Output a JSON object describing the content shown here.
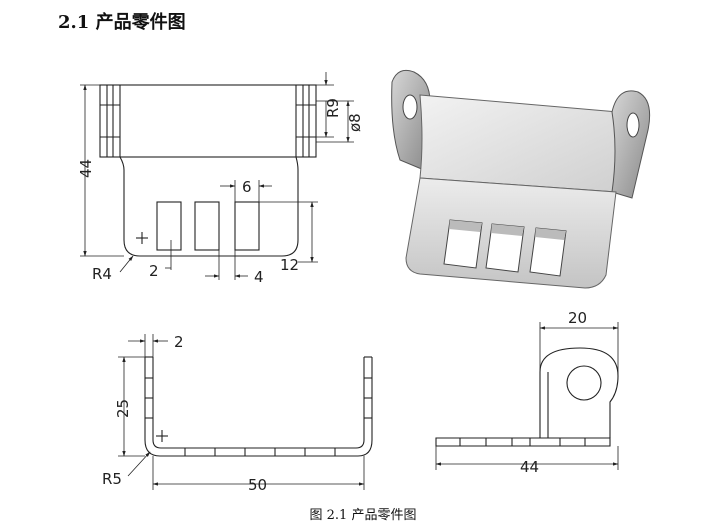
{
  "heading": "2.1 产品零件图",
  "caption": "图 2.1 产品零件图",
  "front_view": {
    "dim_44": "44",
    "dim_r9": "R9",
    "dim_d8": "ø8",
    "dim_6": "6",
    "dim_r4": "R4",
    "dim_2": "2",
    "dim_4": "4",
    "dim_12": "12"
  },
  "bottom_view": {
    "dim_2": "2",
    "dim_25": "25",
    "dim_r5": "R5",
    "dim_50": "50"
  },
  "side_view": {
    "dim_20": "20",
    "dim_44": "44"
  }
}
